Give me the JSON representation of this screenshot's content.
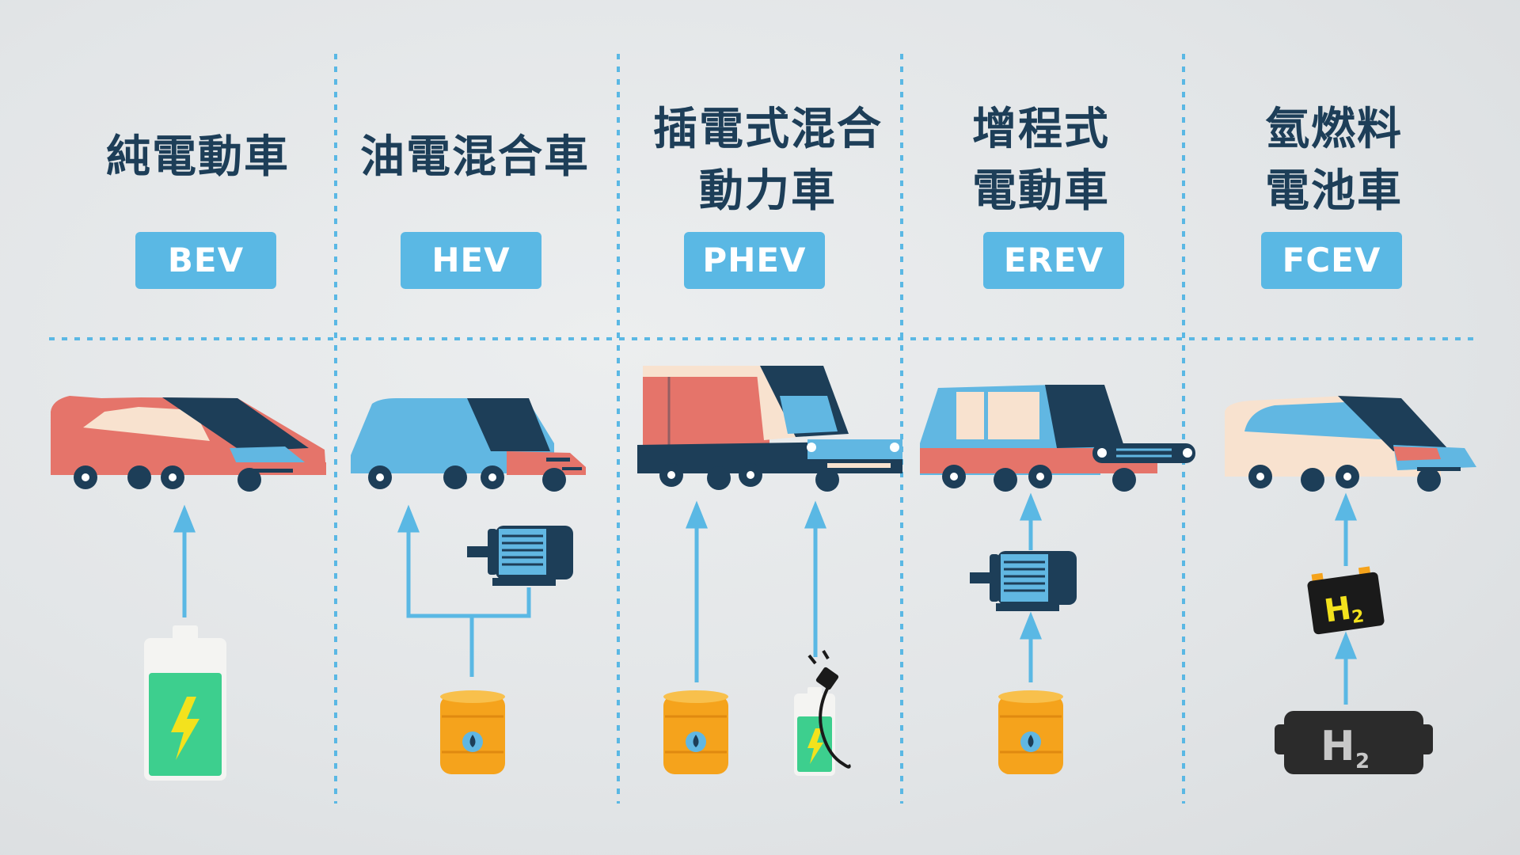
{
  "columns": [
    {
      "id": "bev",
      "title_lines": [
        "純電動車"
      ],
      "badge": "BEV"
    },
    {
      "id": "hev",
      "title_lines": [
        "油電混合車"
      ],
      "badge": "HEV"
    },
    {
      "id": "phev",
      "title_lines": [
        "插電式混合",
        "動力車"
      ],
      "badge": "PHEV"
    },
    {
      "id": "erev",
      "title_lines": [
        "增程式",
        "電動車"
      ],
      "badge": "EREV"
    },
    {
      "id": "fcev",
      "title_lines": [
        "氫燃料",
        "電池車"
      ],
      "badge": "FCEV"
    }
  ],
  "hydrogen": {
    "symbol": "H",
    "subscript": "2"
  },
  "colors": {
    "title": "#1d3e58",
    "badge": "#5ab8e4",
    "divider": "#5ab8e4",
    "arrow": "#5ab8e4",
    "car_red": "#e5746a",
    "car_blue": "#61b7e2",
    "car_cream": "#f8e2cf",
    "car_dark": "#1d3e58",
    "battery_green": "#3dcf8e",
    "barrel_orange": "#f5a31c",
    "bolt_yellow": "#f3e21d"
  },
  "icons": [
    "battery-icon",
    "engine-motor-icon",
    "fuel-barrel-icon",
    "plug-icon",
    "hydrogen-cell-icon",
    "hydrogen-tank-icon"
  ]
}
